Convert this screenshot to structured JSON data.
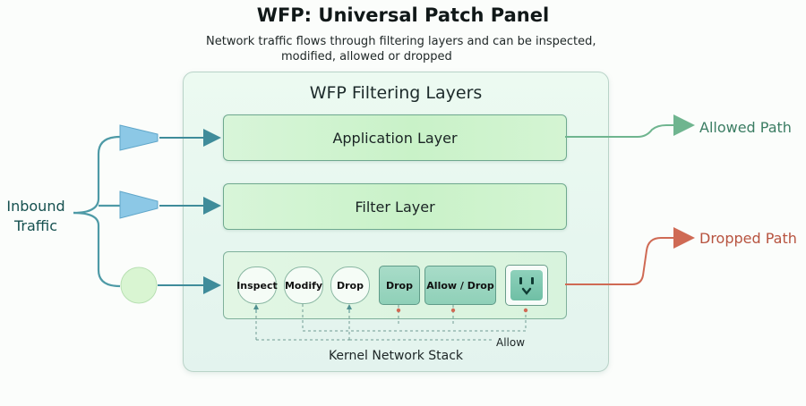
{
  "title": "WFP: Universal Patch Panel",
  "subtitle": {
    "line1": "Network traffic flows through filtering layers and can be inspected,",
    "line2": "modified, allowed or dropped"
  },
  "inbound": {
    "line1": "Inbound",
    "line2": "Traffic"
  },
  "panel": {
    "title": "WFP Filtering Layers",
    "layers": [
      {
        "label": "Application Layer"
      },
      {
        "label": "Filter Layer"
      }
    ],
    "kernel": {
      "actions": [
        {
          "label": "Inspect",
          "style": "round"
        },
        {
          "label": "Modify",
          "style": "round"
        },
        {
          "label": "Drop",
          "style": "round"
        },
        {
          "label": "Drop",
          "style": "square"
        },
        {
          "label": "Allow / Drop",
          "style": "square"
        }
      ],
      "socket_icon": "power-socket-icon",
      "allow_label": "Allow",
      "label": "Kernel Network Stack"
    }
  },
  "outputs": {
    "allowed": "Allowed Path",
    "dropped": "Dropped Path"
  },
  "colors": {
    "inbound_line": "#4e9aa6",
    "allowed_line": "#6fb58f",
    "dropped_line": "#cf6a54",
    "funnel": "#8cc8e6",
    "circle": "#d9f5d2"
  }
}
